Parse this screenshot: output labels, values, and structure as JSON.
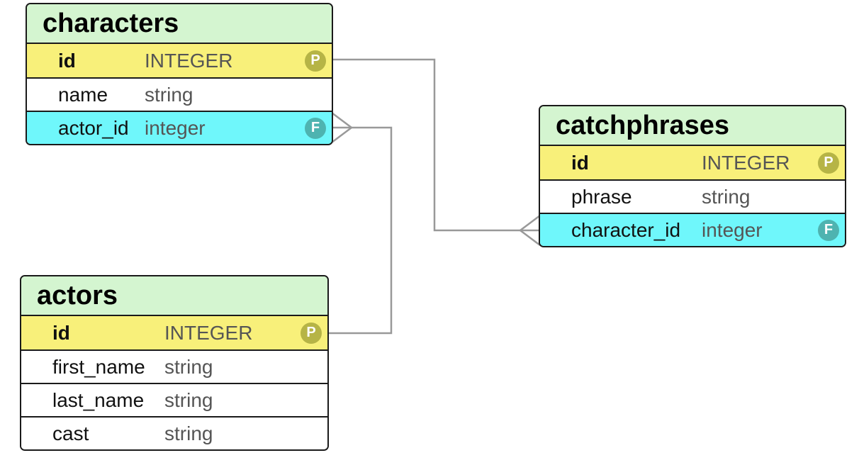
{
  "tables": {
    "characters": {
      "title": "characters",
      "rows": [
        {
          "name": "id",
          "type": "INTEGER",
          "key": "P"
        },
        {
          "name": "name",
          "type": "string",
          "key": ""
        },
        {
          "name": "actor_id",
          "type": "integer",
          "key": "F"
        }
      ]
    },
    "catchphrases": {
      "title": "catchphrases",
      "rows": [
        {
          "name": "id",
          "type": "INTEGER",
          "key": "P"
        },
        {
          "name": "phrase",
          "type": "string",
          "key": ""
        },
        {
          "name": "character_id",
          "type": "integer",
          "key": "F"
        }
      ]
    },
    "actors": {
      "title": "actors",
      "rows": [
        {
          "name": "id",
          "type": "INTEGER",
          "key": "P"
        },
        {
          "name": "first_name",
          "type": "string",
          "key": ""
        },
        {
          "name": "last_name",
          "type": "string",
          "key": ""
        },
        {
          "name": "cast",
          "type": "string",
          "key": ""
        }
      ]
    }
  },
  "colors": {
    "header": "#d4f5d0",
    "primary_key_row": "#f8f07a",
    "foreign_key_row": "#6ff7fb",
    "primary_key_badge": "#b6b446",
    "foreign_key_badge": "#4eb3b0",
    "connector": "#999999"
  },
  "icons": {
    "primary_key": "primary-key-badge-icon",
    "foreign_key": "foreign-key-badge-icon",
    "relationship_end": "crows-foot-many-icon"
  }
}
